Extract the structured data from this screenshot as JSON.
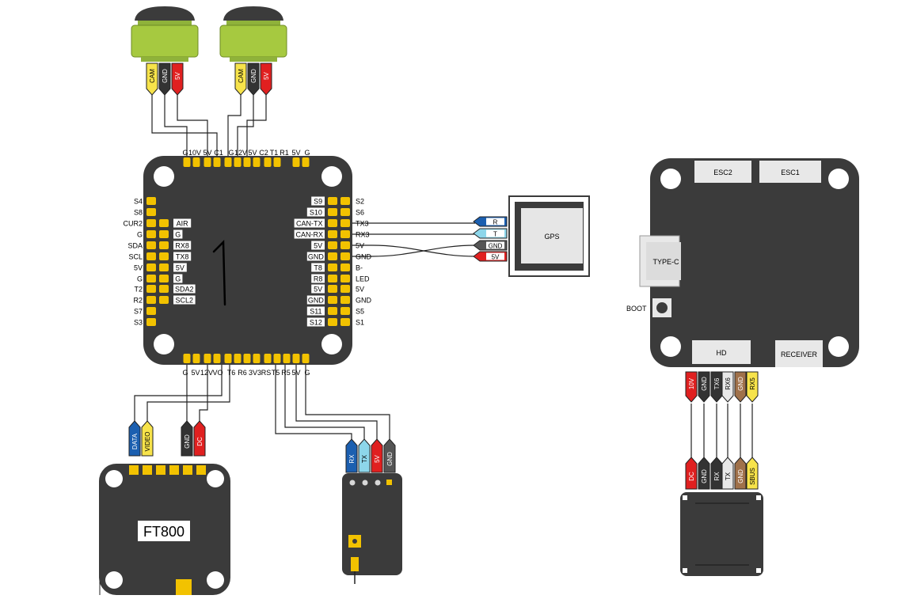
{
  "fc": {
    "top_pads": [
      "G",
      "10V",
      "5V",
      "C1",
      "G",
      "12V",
      "5V",
      "C2",
      "T1",
      "R1",
      "5V",
      "G"
    ],
    "bottom_pads": [
      "G",
      "5V",
      "12V",
      "VO",
      "T6",
      "R6",
      "3V3",
      "RS",
      "T5",
      "R5",
      "5V",
      "G"
    ],
    "left_outer": [
      "S4",
      "S8",
      "CUR2",
      "G",
      "SDA",
      "SCL",
      "5V",
      "G",
      "T2",
      "R2",
      "S7",
      "S3"
    ],
    "left_inner": [
      "AIR",
      "G",
      "RX8",
      "TX8",
      "5V",
      "G",
      "SDA2",
      "SCL2"
    ],
    "right_inner": [
      "S9",
      "S10",
      "CAN-TX",
      "CAN-RX",
      "5V",
      "GND",
      "T8",
      "R8",
      "5V",
      "GND",
      "S11",
      "S12"
    ],
    "right_outer": [
      "S2",
      "S6",
      "TX3",
      "RX3",
      "5V",
      "GND",
      "B-",
      "LED",
      "5V",
      "GND",
      "S5",
      "S1"
    ],
    "mark": "1"
  },
  "cameras": [
    {
      "pins": [
        "CAM",
        "GND",
        "5V"
      ]
    },
    {
      "pins": [
        "CAM",
        "GND",
        "5V"
      ]
    }
  ],
  "gps": {
    "label": "GPS",
    "pins": [
      "R",
      "T",
      "GND",
      "5V"
    ]
  },
  "vtx": {
    "label": "FT800",
    "pins": [
      "DATA",
      "VIDEO",
      "GND",
      "DC"
    ]
  },
  "receiver": {
    "pins": [
      "RX",
      "TX",
      "5V",
      "GND"
    ]
  },
  "esc": {
    "labels": [
      "ESC2",
      "ESC1",
      "TYPE-C",
      "BOOT",
      "HD",
      "RECEIVER"
    ],
    "hd_pins_top": [
      "10V",
      "GND",
      "TX6",
      "RX6",
      "GND",
      "RX5"
    ],
    "hd_pins_bottom": [
      "DC",
      "GND",
      "RX",
      "TX",
      "GND",
      "SBUS"
    ]
  },
  "colors": {
    "board": "#3b3b3b",
    "pad": "#f2c200",
    "camera": "#a6c940",
    "yellow": "#f7e34a",
    "black": "#333333",
    "red": "#e02020",
    "blue": "#1b5fb0",
    "light_blue": "#8dd6ea",
    "white": "#e8e8e8",
    "brown": "#a0714a",
    "gray": "#555555"
  }
}
